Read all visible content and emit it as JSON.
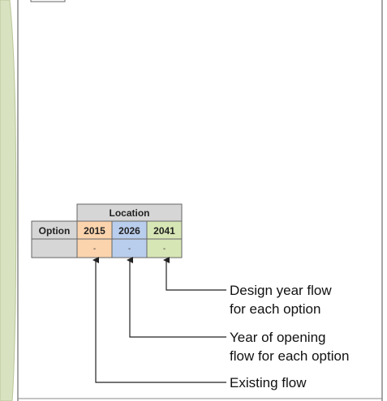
{
  "colors": {
    "background": "#ffffff",
    "map_strip_fill": "#d8e2c0",
    "map_strip_edge": "#b9c79a",
    "frame_border": "#888888",
    "header_grey": "#d6d6d6",
    "cell_2015": "#fbd3ad",
    "cell_2026": "#b9cdec",
    "cell_2041": "#d7e6b5",
    "cell_border": "#666666",
    "line_color": "#222222"
  },
  "table": {
    "group_header": "Location",
    "option_label": "Option",
    "years": [
      "2015",
      "2026",
      "2041"
    ],
    "values": [
      "-",
      "-",
      "-"
    ]
  },
  "callouts": {
    "design_line1": "Design year flow",
    "design_line2": "for each option",
    "opening_line1": "Year of opening",
    "opening_line2": "flow for each option",
    "existing_line1": "Existing flow"
  }
}
